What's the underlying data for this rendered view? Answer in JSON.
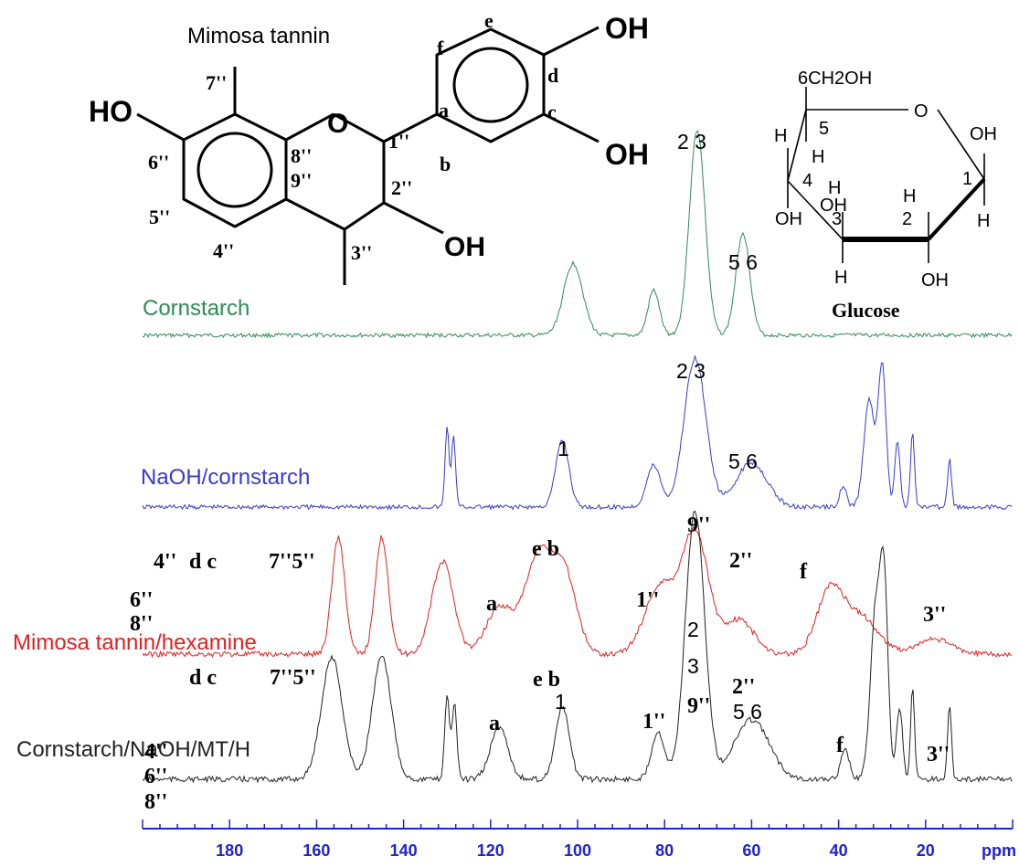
{
  "chart_data": {
    "type": "line",
    "x_unit": "ppm",
    "xlim": [
      200,
      0
    ],
    "x_ticks": [
      180,
      160,
      140,
      120,
      100,
      80,
      60,
      40,
      20
    ],
    "grid": false,
    "series": [
      {
        "name": "Cornstarch",
        "color": "#2e8b57",
        "peaks": [
          {
            "ppm": 101,
            "height": 0.35,
            "width": 2.2
          },
          {
            "ppm": 82.5,
            "height": 0.22,
            "width": 1.3
          },
          {
            "ppm": 72.5,
            "height": 1.0,
            "width": 1.8
          },
          {
            "ppm": 62,
            "height": 0.5,
            "width": 1.6
          }
        ]
      },
      {
        "name": "NaOH/cornstarch",
        "color": "#3a3acc",
        "peaks": [
          {
            "ppm": 130,
            "height": 0.55,
            "width": 0.45
          },
          {
            "ppm": 128.5,
            "height": 0.48,
            "width": 0.45
          },
          {
            "ppm": 103.5,
            "height": 0.45,
            "width": 1.5
          },
          {
            "ppm": 82.5,
            "height": 0.28,
            "width": 1.6
          },
          {
            "ppm": 73,
            "height": 1.0,
            "width": 2.5
          },
          {
            "ppm": 60,
            "height": 0.3,
            "width": 3.5
          },
          {
            "ppm": 39,
            "height": 0.14,
            "width": 0.8
          },
          {
            "ppm": 33,
            "height": 0.72,
            "width": 1.2
          },
          {
            "ppm": 30,
            "height": 0.95,
            "width": 0.9
          },
          {
            "ppm": 26.5,
            "height": 0.45,
            "width": 0.6
          },
          {
            "ppm": 23,
            "height": 0.5,
            "width": 0.45
          },
          {
            "ppm": 14.5,
            "height": 0.32,
            "width": 0.45
          }
        ]
      },
      {
        "name": "Mimosa tannin/hexamine",
        "color": "#dd2222",
        "peaks": [
          {
            "ppm": 155,
            "height": 0.95,
            "width": 1.5
          },
          {
            "ppm": 145,
            "height": 0.95,
            "width": 1.5
          },
          {
            "ppm": 131,
            "height": 0.75,
            "width": 2.5
          },
          {
            "ppm": 118,
            "height": 0.38,
            "width": 3.0
          },
          {
            "ppm": 109,
            "height": 0.78,
            "width": 3.2
          },
          {
            "ppm": 103,
            "height": 0.62,
            "width": 2.8
          },
          {
            "ppm": 81,
            "height": 0.55,
            "width": 3.5
          },
          {
            "ppm": 73,
            "height": 0.98,
            "width": 3.0
          },
          {
            "ppm": 63,
            "height": 0.28,
            "width": 3.5
          },
          {
            "ppm": 42,
            "height": 0.5,
            "width": 3.0
          },
          {
            "ppm": 35,
            "height": 0.3,
            "width": 4.0
          },
          {
            "ppm": 18,
            "height": 0.12,
            "width": 4.0
          }
        ]
      },
      {
        "name": "Cornstarch/NaOH/MT/H",
        "color": "#222222",
        "peaks": [
          {
            "ppm": 156.5,
            "height": 0.51,
            "width": 2.4
          },
          {
            "ppm": 145,
            "height": 0.51,
            "width": 2.2
          },
          {
            "ppm": 130,
            "height": 0.35,
            "width": 0.55
          },
          {
            "ppm": 128.3,
            "height": 0.32,
            "width": 0.55
          },
          {
            "ppm": 118,
            "height": 0.22,
            "width": 2.0
          },
          {
            "ppm": 103.5,
            "height": 0.3,
            "width": 1.6
          },
          {
            "ppm": 81.5,
            "height": 0.2,
            "width": 1.5
          },
          {
            "ppm": 73,
            "height": 1.12,
            "width": 2.2
          },
          {
            "ppm": 60,
            "height": 0.25,
            "width": 4.0
          },
          {
            "ppm": 38.5,
            "height": 0.12,
            "width": 1.0
          },
          {
            "ppm": 31.5,
            "height": 0.7,
            "width": 1.2
          },
          {
            "ppm": 29.5,
            "height": 0.75,
            "width": 0.9
          },
          {
            "ppm": 26,
            "height": 0.3,
            "width": 0.7
          },
          {
            "ppm": 23,
            "height": 0.38,
            "width": 0.45
          },
          {
            "ppm": 14.5,
            "height": 0.3,
            "width": 0.45
          }
        ]
      }
    ],
    "peak_labels": [
      {
        "series": 0,
        "ppm": 72,
        "text": "2 3",
        "style": "sans"
      },
      {
        "series": 0,
        "ppm": 62,
        "text": "5 6",
        "style": "sans"
      },
      {
        "series": 1,
        "ppm": 73,
        "text": "2 3",
        "style": "sans"
      },
      {
        "series": 1,
        "ppm": 104,
        "text": "1",
        "style": "sans"
      },
      {
        "series": 1,
        "ppm": 60,
        "text": "5 6",
        "style": "sans"
      },
      {
        "series": 2,
        "ppm": 156,
        "text": "6''",
        "style": "serif"
      },
      {
        "series": 2,
        "ppm": 156,
        "text": "8''",
        "style": "serif"
      },
      {
        "series": 2,
        "ppm": 154,
        "text": "4''",
        "style": "serif"
      },
      {
        "series": 2,
        "ppm": 144,
        "text": "d c",
        "style": "serif"
      },
      {
        "series": 2,
        "ppm": 130,
        "text": "7''5''",
        "style": "serif"
      },
      {
        "series": 2,
        "ppm": 118,
        "text": "a",
        "style": "serif"
      },
      {
        "series": 2,
        "ppm": 106,
        "text": "e  b",
        "style": "serif"
      },
      {
        "series": 2,
        "ppm": 80,
        "text": "1''",
        "style": "serif"
      },
      {
        "series": 2,
        "ppm": 72,
        "text": "9''",
        "style": "serif"
      },
      {
        "series": 2,
        "ppm": 62,
        "text": "2''",
        "style": "serif"
      },
      {
        "series": 2,
        "ppm": 42,
        "text": "f",
        "style": "serif"
      },
      {
        "series": 2,
        "ppm": 18,
        "text": "3''",
        "style": "serif"
      },
      {
        "series": 3,
        "ppm": 144,
        "text": "d c",
        "style": "serif"
      },
      {
        "series": 3,
        "ppm": 130,
        "text": "7''5''",
        "style": "serif"
      },
      {
        "series": 3,
        "ppm": 118,
        "text": "a",
        "style": "serif"
      },
      {
        "series": 3,
        "ppm": 106,
        "text": "e  b",
        "style": "serif"
      },
      {
        "series": 3,
        "ppm": 104,
        "text": "1",
        "style": "sans"
      },
      {
        "series": 3,
        "ppm": 81,
        "text": "1''",
        "style": "serif"
      },
      {
        "series": 3,
        "ppm": 73,
        "text": "2",
        "style": "sans"
      },
      {
        "series": 3,
        "ppm": 73,
        "text": "3",
        "style": "sans"
      },
      {
        "series": 3,
        "ppm": 72,
        "text": "9''",
        "style": "serif"
      },
      {
        "series": 3,
        "ppm": 61,
        "text": "2''",
        "style": "serif"
      },
      {
        "series": 3,
        "ppm": 61,
        "text": "5 6",
        "style": "sans"
      },
      {
        "series": 3,
        "ppm": 154,
        "text": "4''",
        "style": "serif"
      },
      {
        "series": 3,
        "ppm": 154,
        "text": "6''",
        "style": "serif"
      },
      {
        "series": 3,
        "ppm": 154,
        "text": "8''",
        "style": "serif"
      },
      {
        "series": 3,
        "ppm": 39,
        "text": "f",
        "style": "serif"
      },
      {
        "series": 3,
        "ppm": 17,
        "text": "3''",
        "style": "serif"
      }
    ]
  },
  "structures": {
    "tannin": {
      "title": "Mimosa tannin",
      "atoms": [
        "HO",
        "7''",
        "6''",
        "5''",
        "4''",
        "8''",
        "9''",
        "O",
        "1''",
        "2''",
        "3''",
        "OH",
        "a",
        "b",
        "c",
        "d",
        "e",
        "f",
        "OH",
        "OH"
      ]
    },
    "glucose": {
      "title": "Glucose",
      "atoms": [
        "6CH2OH",
        "5",
        "O",
        "OH",
        "H",
        "H",
        "1",
        "H",
        "4",
        "OH",
        "H",
        "OH",
        "3",
        "2",
        "H",
        "H",
        "OH"
      ]
    }
  }
}
